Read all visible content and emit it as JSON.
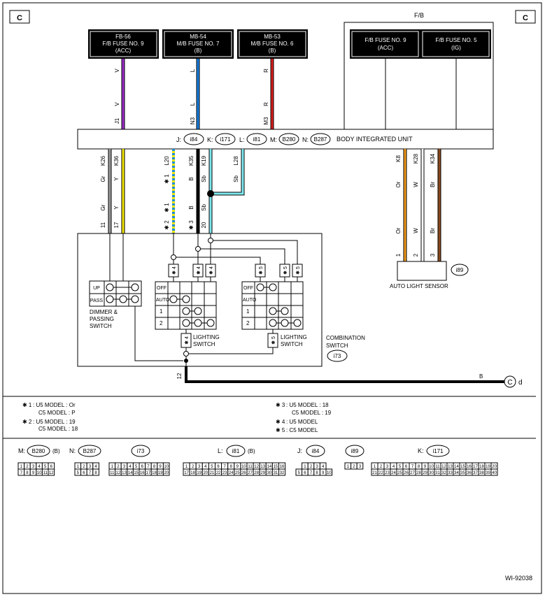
{
  "page": {
    "code": "WI-92038"
  },
  "connectors_letter": {
    "left": "C",
    "right": "C",
    "fb": "F/B"
  },
  "fuses": [
    {
      "l1": "FB-56",
      "l2": "F/B FUSE NO. 9",
      "l3": "(ACC)"
    },
    {
      "l1": "MB-54",
      "l2": "M/B FUSE NO. 7",
      "l3": "(B)"
    },
    {
      "l1": "MB-53",
      "l2": "M/B FUSE NO. 6",
      "l3": "(B)"
    },
    {
      "l1": "F/B FUSE NO. 9",
      "l2": "(ACC)"
    },
    {
      "l1": "F/B FUSE NO. 5",
      "l2": "(IG)"
    }
  ],
  "wires_top": [
    {
      "color_code": "V",
      "color_code2": "V",
      "pin": "J1",
      "hex": "#9b2ec9"
    },
    {
      "color_code": "L",
      "color_code2": "L",
      "pin": "N3",
      "hex": "#1a7fe0"
    },
    {
      "color_code": "R",
      "color_code2": "R",
      "pin": "M3",
      "hex": "#d81e1e"
    }
  ],
  "biu": {
    "title": "BODY INTEGRATED UNIT",
    "refs": [
      {
        "letter": "J:",
        "code": "i84"
      },
      {
        "letter": "K:",
        "code": "i171"
      },
      {
        "letter": "L:",
        "code": "i81"
      },
      {
        "letter": "M:",
        "code": "B280"
      },
      {
        "letter": "N:",
        "code": "B287"
      }
    ]
  },
  "wires_mid": {
    "k26": {
      "pin": "K26",
      "c1": "Gr",
      "c2": "Gr",
      "end": "11",
      "hex": "#9a9a9a"
    },
    "k36": {
      "pin": "K36",
      "c1": "Y",
      "c2": "Y",
      "end": "17",
      "hex": "#f2e600"
    },
    "l20": {
      "pin": "L20",
      "c1": "✱ 1",
      "c2": "✱ 1",
      "end": "✱ 2",
      "hex": "#1e8ed6"
    },
    "k35": {
      "pin": "K35",
      "c1": "B",
      "c2": "B",
      "end": "✱ 3",
      "hex": "#000000"
    },
    "k19": {
      "pin": "K19",
      "c1": "Sb",
      "c2": "Sb",
      "end": "20",
      "hex": "#7fe8f0"
    },
    "l28": {
      "pin": "L28",
      "c1": "Sb"
    }
  },
  "sensor": {
    "name": "AUTO LIGHT SENSOR",
    "code": "i89",
    "wires": [
      {
        "pin": "K8",
        "c1": "Or",
        "c2": "Or",
        "end": "1",
        "hex": "#f29a1a"
      },
      {
        "pin": "K28",
        "c1": "W",
        "c2": "W",
        "end": "2",
        "hex": "#ffffff"
      },
      {
        "pin": "K34",
        "c1": "Br",
        "c2": "Br",
        "end": "3",
        "hex": "#8a4a1e"
      }
    ]
  },
  "combo": {
    "name_l1": "COMBINATION",
    "name_l2": "SWITCH",
    "code": "i73",
    "ground_pin": "12",
    "ground_wire": "B",
    "ground_conn": "C",
    "ground_suffix": "d",
    "dimmer": {
      "up": "UP",
      "pass": "PASS",
      "name_l1": "DIMMER &",
      "name_l2": "PASSING",
      "name_l3": "SWITCH"
    },
    "lighting_u5": {
      "rows": [
        "OFF",
        "AUTO",
        "1",
        "2"
      ],
      "name_l1": "LIGHTING",
      "name_l2": "SWITCH",
      "mark": "✱ 4"
    },
    "lighting_c5": {
      "rows": [
        "OFF",
        "AUTO",
        "1",
        "2"
      ],
      "name_l1": "LIGHTING",
      "name_l2": "SWITCH",
      "mark": "✱ 5"
    }
  },
  "notes": [
    {
      "mark": "✱ 1",
      "l1": ": U5 MODEL  : Or",
      "l2": "C5 MODEL  : P"
    },
    {
      "mark": "✱ 2",
      "l1": ": U5 MODEL  : 19",
      "l2": "C5 MODEL  : 18"
    },
    {
      "mark": "✱ 3",
      "l1": ": U5 MODEL  : 18",
      "l2": "C5 MODEL  : 19"
    },
    {
      "mark": "✱ 4",
      "l1": ": U5 MODEL"
    },
    {
      "mark": "✱ 5",
      "l1": ": C5 MODEL"
    }
  ],
  "connectors": [
    {
      "prefix": "M:",
      "code": "B280",
      "suffix": "(B)",
      "rows": [
        [
          "1",
          "2",
          "3",
          "4",
          "5",
          "6"
        ],
        [
          "7",
          "8",
          "9",
          "10",
          "11",
          "12"
        ]
      ]
    },
    {
      "prefix": "N:",
      "code": "B287",
      "suffix": "",
      "rows": [
        [
          "1",
          "2",
          "3",
          "4"
        ],
        [
          "5",
          "6",
          "7",
          "8"
        ]
      ]
    },
    {
      "prefix": "",
      "code": "i73",
      "suffix": "",
      "rows": [
        [
          "1",
          "2",
          "3",
          "4",
          "5",
          "6",
          "7",
          "8",
          "9",
          "10"
        ],
        [
          "11",
          "12",
          "13",
          "14",
          "15",
          "16",
          "17",
          "18",
          "19",
          "20"
        ]
      ]
    },
    {
      "prefix": "L:",
      "code": "i81",
      "suffix": "(B)",
      "rows": [
        [
          "1",
          "2",
          "3",
          "4",
          "5",
          "6",
          "7",
          "8",
          "9",
          "10",
          "11",
          "12",
          "13",
          "14",
          "15",
          "16"
        ],
        [
          "17",
          "18",
          "19",
          "20",
          "21",
          "22",
          "23",
          "24",
          "25",
          "26",
          "27",
          "28",
          "29",
          "30",
          "31",
          "32"
        ]
      ]
    },
    {
      "prefix": "J:",
      "code": "i84",
      "suffix": "",
      "rows": [
        [
          "1",
          "2",
          "3",
          "4"
        ],
        [
          "5",
          "6",
          "7",
          "8",
          "9",
          "10"
        ]
      ]
    },
    {
      "prefix": "",
      "code": "i89",
      "suffix": "",
      "rows": [
        [
          "1",
          "2",
          "3"
        ]
      ]
    },
    {
      "prefix": "K:",
      "code": "i171",
      "suffix": "",
      "rows": [
        [
          "1",
          "2",
          "3",
          "4",
          "5",
          "6",
          "7",
          "8",
          "9",
          "10",
          "11",
          "12",
          "13",
          "14",
          "15",
          "16",
          "17",
          "18",
          "19",
          "20"
        ],
        [
          "21",
          "22",
          "23",
          "24",
          "25",
          "26",
          "27",
          "28",
          "29",
          "30",
          "31",
          "32",
          "33",
          "34",
          "35",
          "36",
          "37",
          "38",
          "39",
          "40"
        ]
      ]
    }
  ]
}
